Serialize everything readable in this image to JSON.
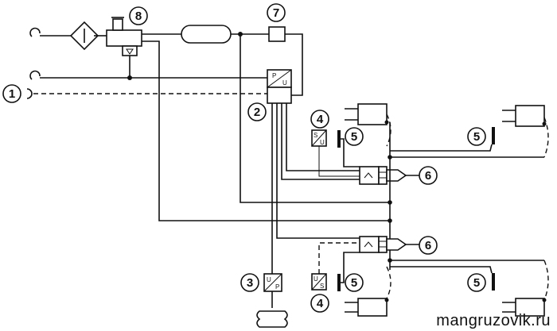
{
  "callouts": [
    "1",
    "2",
    "3",
    "4",
    "5",
    "6",
    "7",
    "8"
  ],
  "sensor_labels": {
    "pu_top": "P",
    "pu_bottom": "U",
    "up_top": "U",
    "up_bottom": "P",
    "su_top": "S",
    "su_bottom": "U",
    "us_top": "U",
    "us_bottom": "S"
  },
  "watermark": "mangruzovik.ru"
}
